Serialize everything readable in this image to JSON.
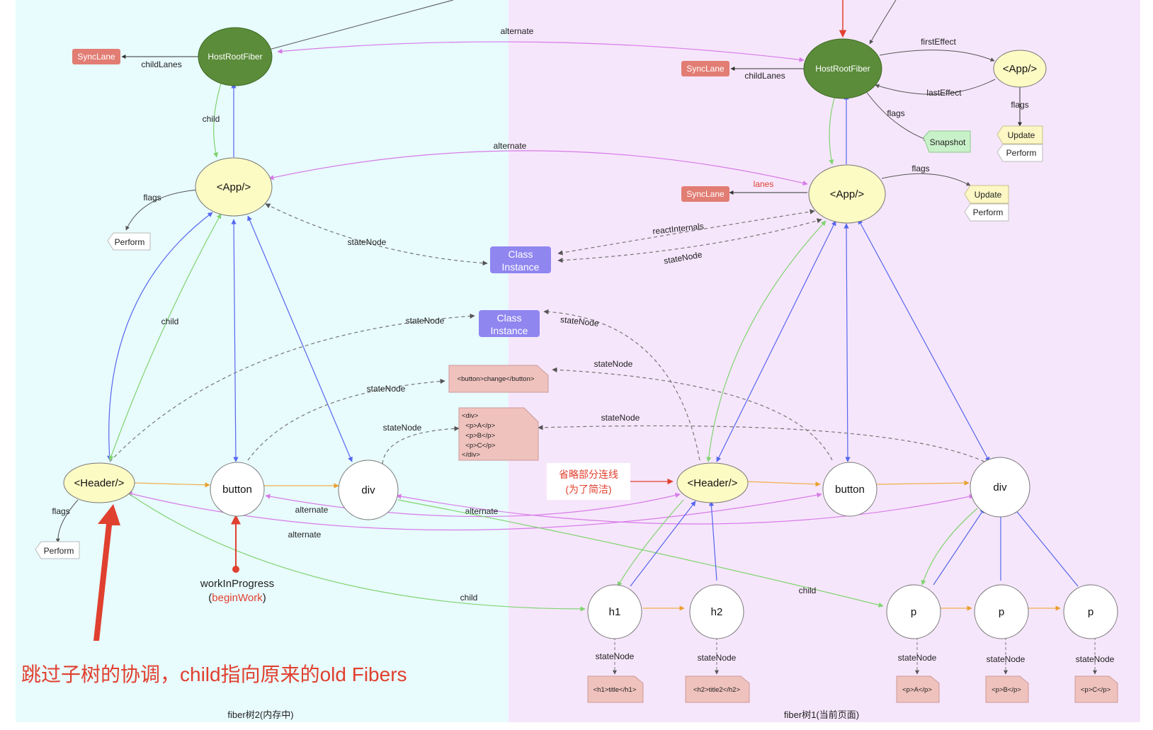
{
  "panels": {
    "left_title": "fiber树2(内存中)",
    "right_title": "fiber树1(当前页面)",
    "left_color": "#e8fbfd",
    "right_color": "#f6e6fb"
  },
  "nodes": {
    "host_root": "HostRootFiber",
    "app": "<App/>",
    "header": "<Header/>",
    "button": "button",
    "div": "div",
    "h1": "h1",
    "h2": "h2",
    "p": "p"
  },
  "tags": {
    "sync_lane": "SyncLane",
    "snapshot": "Snapshot",
    "update": "Update",
    "perform": "Perform",
    "class_instance_1": "Class",
    "class_instance_2": "Instance"
  },
  "edge_labels": {
    "alternate": "alternate",
    "child_lanes": "childLanes",
    "child": "child",
    "flags": "flags",
    "state_node": "stateNode",
    "react_internals": "reactInternals",
    "lanes": "lanes",
    "first_effect": "firstEffect",
    "last_effect": "lastEffect"
  },
  "docs": {
    "button_dom": "<button>change</button>",
    "div_dom": [
      "<div>",
      "  <p>A</p>",
      "  <p>B</p>",
      "  <p>C</p>",
      "</div>"
    ],
    "h1_dom": "<h1>title</h1>",
    "h2_dom": "<h2>title2</h2>",
    "pA_dom": "<p>A</p>",
    "pB_dom": "<p>B</p>",
    "pC_dom": "<p>C</p>"
  },
  "annotations": {
    "work_in_progress": "workInProgress",
    "begin_work_open": "(",
    "begin_work": "beginWork",
    "begin_work_close": ")",
    "omit_line1": "省略部分连线",
    "omit_line2": "(为了简洁)",
    "caption": "跳过子树的协调，child指向原来的old Fibers"
  },
  "colors": {
    "host_root_fill": "#5b8c3a",
    "app_fill": "#fdfbc4",
    "sync_lane": "#e27d74",
    "class_instance": "#8f86f0",
    "snapshot": "#c9f1c9",
    "update": "#fcf7c4",
    "doc_fill": "#efc2bd",
    "red": "#e0402f",
    "blue_edge": "#6677ee",
    "green_edge": "#9be88c",
    "pink_edge": "#e491f2",
    "orange_edge": "#f0b04a"
  }
}
